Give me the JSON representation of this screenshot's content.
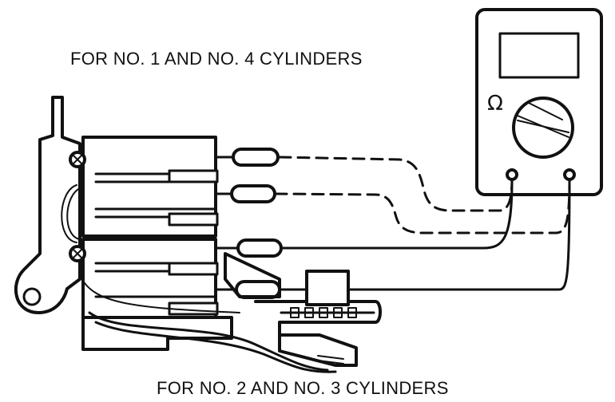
{
  "labels": {
    "top": "FOR NO. 1 AND NO. 4 CYLINDERS",
    "bottom": "FOR NO. 2 AND NO. 3 CYLINDERS",
    "meter_symbol": "Ω"
  },
  "colors": {
    "ink": "#111111",
    "background": "#ffffff"
  },
  "icons": {
    "ohmmeter": "ohmmeter-icon",
    "ignition_coil": "ignition-coil-pack-icon",
    "connector": "coil-connector-icon"
  }
}
